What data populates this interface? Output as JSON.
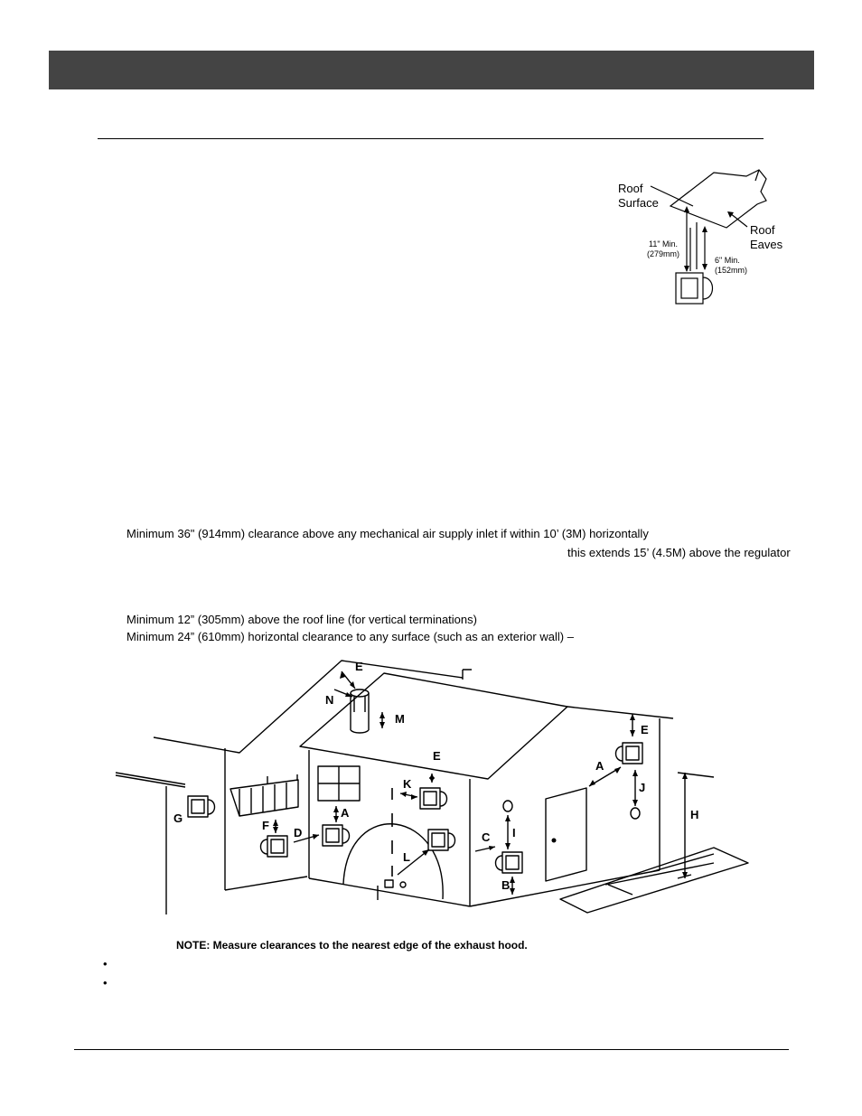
{
  "inset": {
    "roof_surface": [
      "Roof",
      "Surface"
    ],
    "roof_eaves": [
      "Roof",
      "Eaves"
    ],
    "min_11": [
      "11\" Min.",
      "(279mm)"
    ],
    "min_6": [
      "6\" Min.",
      "(152mm)"
    ]
  },
  "body": {
    "line1": "Minimum  36\" (914mm) clearance above any mechanical air supply inlet if within 10’ (3M) horizontally",
    "line2": "this extends 15’ (4.5M) above the regulator",
    "line3": "Minimum  12” (305mm) above the roof line (for vertical terminations)",
    "line4": "Minimum  24” (610mm) horizontal clearance to any surface (such as an exterior wall) –"
  },
  "diagram": {
    "labels": {
      "E_top": "E",
      "N": "N",
      "M": "M",
      "E_mid": "E",
      "E_right": "E",
      "A_right": "A",
      "J": "J",
      "H": "H",
      "K": "K",
      "G": "G",
      "F": "F",
      "D": "D",
      "A_left": "A",
      "C": "C",
      "I": "I",
      "L": "L",
      "B": "B"
    }
  },
  "note": "NOTE: Measure clearances to the nearest edge of the exhaust hood.",
  "bullets": [
    "•",
    "•"
  ]
}
